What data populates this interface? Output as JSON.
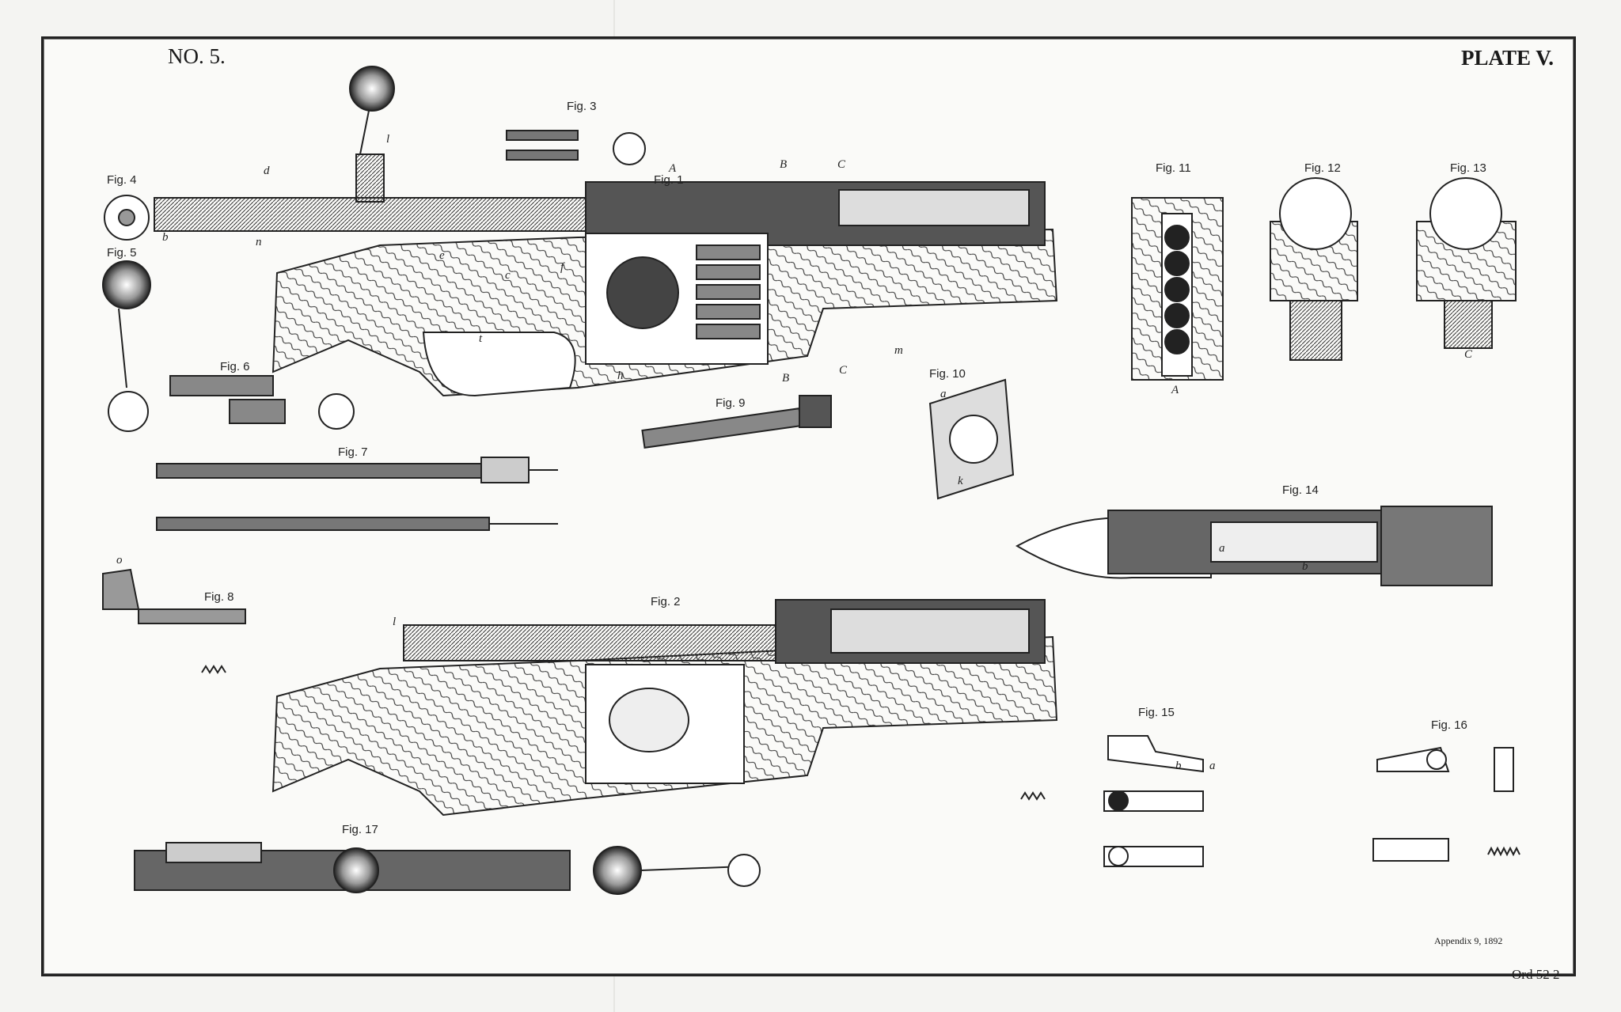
{
  "header": {
    "number": "NO. 5.",
    "plate": "PLATE V."
  },
  "figures": {
    "fig1": "Fig. 1",
    "fig2": "Fig. 2",
    "fig3": "Fig. 3",
    "fig4": "Fig. 4",
    "fig5": "Fig. 5",
    "fig6": "Fig. 6",
    "fig7": "Fig. 7",
    "fig8": "Fig. 8",
    "fig9": "Fig. 9",
    "fig10": "Fig. 10",
    "fig11": "Fig. 11",
    "fig12": "Fig. 12",
    "fig13": "Fig. 13",
    "fig14": "Fig. 14",
    "fig15": "Fig. 15",
    "fig16": "Fig. 16",
    "fig17": "Fig. 17"
  },
  "letters": [
    "A",
    "B",
    "C",
    "l",
    "d",
    "b",
    "n",
    "e",
    "c",
    "f",
    "t",
    "h",
    "m",
    "a",
    "k",
    "o",
    "B",
    "C",
    "A",
    "C",
    "l",
    "a",
    "b",
    "a",
    "b"
  ],
  "footer": {
    "appendix": "Appendix 9, 1892",
    "code": "Ord 52 2"
  },
  "colors": {
    "ink": "#1a1a1a",
    "paper": "#fafaf8",
    "wood": "#bdbdbd"
  }
}
